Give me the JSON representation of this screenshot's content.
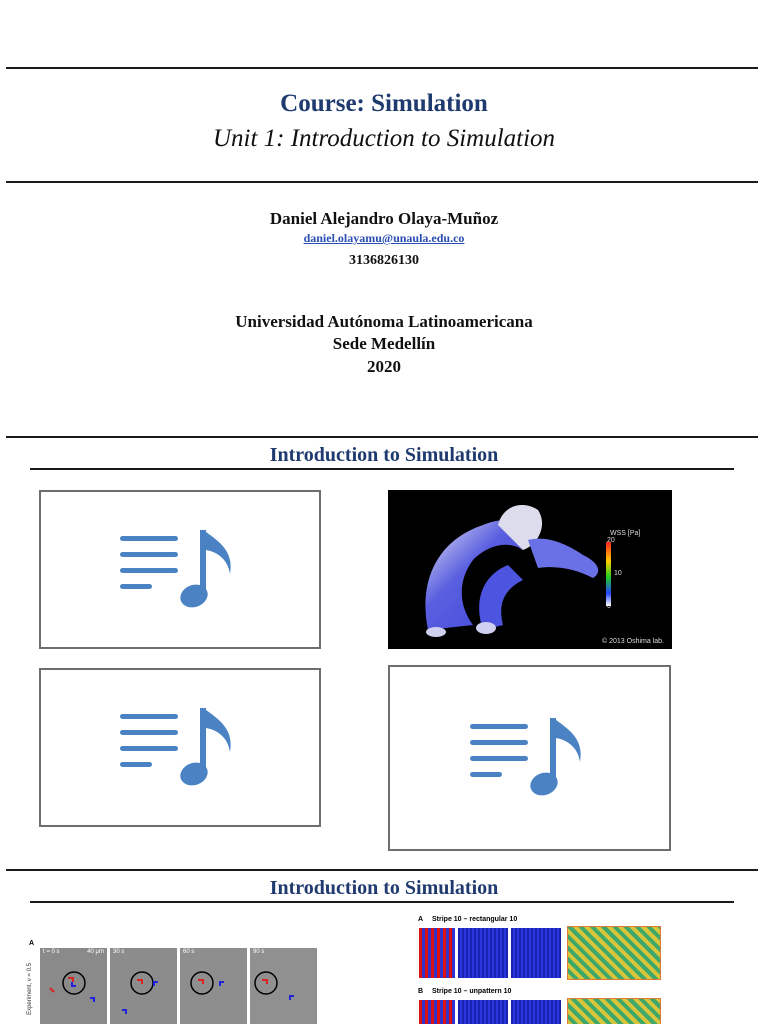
{
  "header": {
    "course_title": "Course: Simulation",
    "unit_title": "Unit 1: Introduction to Simulation"
  },
  "author": {
    "name": "Daniel Alejandro Olaya-Muñoz",
    "email": "daniel.olayamu@unaula.edu.co",
    "phone": "3136826130"
  },
  "institution": {
    "university": "Universidad Autónoma Latinoamericana",
    "campus": "Sede Medellín",
    "year": "2020"
  },
  "slide2": {
    "title": "Introduction to Simulation",
    "media": [
      {
        "icon": "audio-icon"
      },
      {
        "icon": "audio-icon"
      },
      {
        "icon": "audio-icon"
      }
    ],
    "figure": {
      "legend_title": "WSS [Pa]",
      "legend_max": "20",
      "legend_mid": "10",
      "legend_min": "0",
      "credit": "© 2013 Oshima lab."
    }
  },
  "slide3": {
    "title": "Introduction to Simulation",
    "left_figure": {
      "panel_label": "A",
      "times": [
        "t = 0 s",
        "30 s",
        "60 s",
        "90 s"
      ],
      "scale": "40 μm",
      "axis_label": "Experiment, ν = 0.5"
    },
    "right_figure": {
      "panel_a": "A",
      "panel_a_title": "Stripe 10 – rectangular 10",
      "panel_b": "B",
      "panel_b_title": "Stripe 10 – unpattern 10"
    }
  },
  "colors": {
    "title_blue": "#1f3a6e",
    "link_blue": "#2a4db3",
    "icon_blue": "#4a82c3"
  }
}
